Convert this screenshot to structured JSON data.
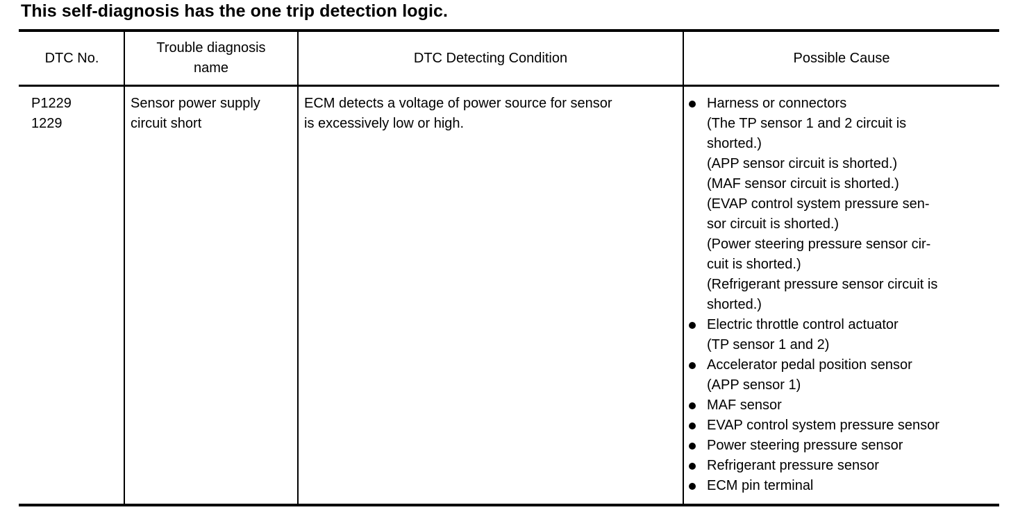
{
  "heading": "This self-diagnosis has the one trip detection logic.",
  "table": {
    "headers": {
      "dtc_no": "DTC No.",
      "trouble_name": [
        "Trouble diagnosis",
        "name"
      ],
      "condition": "DTC Detecting Condition",
      "cause": "Possible Cause"
    },
    "row": {
      "dtc_no": [
        "P1229",
        "1229"
      ],
      "trouble_name": [
        "Sensor power supply",
        "circuit short"
      ],
      "condition": [
        "ECM detects a voltage of power source for sensor",
        "is excessively low or high."
      ],
      "causes": [
        {
          "lines": [
            "Harness or connectors",
            "(The TP sensor 1 and 2 circuit is",
            "shorted.)",
            "(APP sensor circuit is shorted.)",
            "(MAF sensor circuit is shorted.)",
            "(EVAP control system pressure sen-",
            "sor circuit is shorted.)",
            "(Power steering pressure sensor cir-",
            "cuit is shorted.)",
            "(Refrigerant pressure sensor circuit is",
            "shorted.)"
          ]
        },
        {
          "lines": [
            "Electric throttle control actuator",
            "(TP sensor 1 and 2)"
          ]
        },
        {
          "lines": [
            "Accelerator pedal position sensor",
            "(APP sensor 1)"
          ]
        },
        {
          "lines": [
            "MAF sensor"
          ]
        },
        {
          "lines": [
            "EVAP control system pressure sensor"
          ]
        },
        {
          "lines": [
            "Power steering pressure sensor"
          ]
        },
        {
          "lines": [
            "Refrigerant pressure sensor"
          ]
        },
        {
          "lines": [
            "ECM pin terminal"
          ]
        }
      ]
    }
  }
}
